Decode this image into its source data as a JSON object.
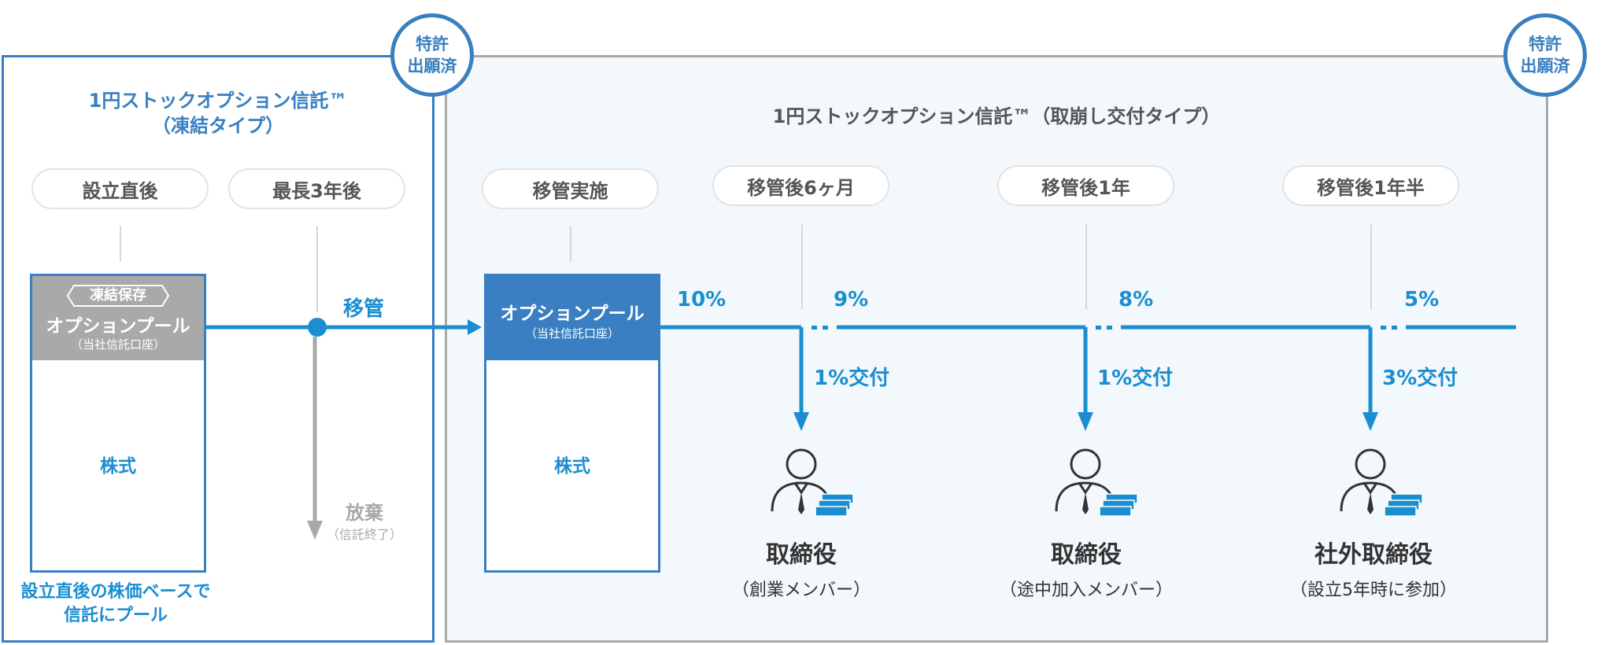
{
  "badges": [
    "特許\n出願済",
    "特許\n出願済"
  ],
  "left": {
    "title_line1": "1円ストックオプション信託™",
    "title_line2": "（凍結タイプ）",
    "pill1": "設立直後",
    "pill2": "最長3年後",
    "tag": "凍結保存",
    "pool_title": "オプションプール",
    "pool_sub": "（当社信託口座）",
    "stock": "株式",
    "transfer": "移管",
    "abandon": "放棄",
    "abandon_sub": "（信託終了）",
    "caption_line1": "設立直後の株価ベースで",
    "caption_line2": "信託にプール"
  },
  "right": {
    "title": "1円ストックオプション信託™（取崩し交付タイプ）",
    "pills": [
      "移管実施",
      "移管後6ヶ月",
      "移管後1年",
      "移管後1年半"
    ],
    "pool_title": "オプションプール",
    "pool_sub": "（当社信託口座）",
    "stock": "株式",
    "percentages": [
      "10%",
      "9%",
      "8%",
      "5%"
    ],
    "grants": [
      "1%交付",
      "1%交付",
      "3%交付"
    ],
    "recipients": [
      {
        "title": "取締役",
        "sub": "（創業メンバー）"
      },
      {
        "title": "取締役",
        "sub": "（途中加入メンバー）"
      },
      {
        "title": "社外取締役",
        "sub": "（設立5年時に参加）"
      }
    ]
  },
  "colors": {
    "accent": "#3a7fc1",
    "flow": "#1a8ed1",
    "gray": "#a9a9a9"
  }
}
